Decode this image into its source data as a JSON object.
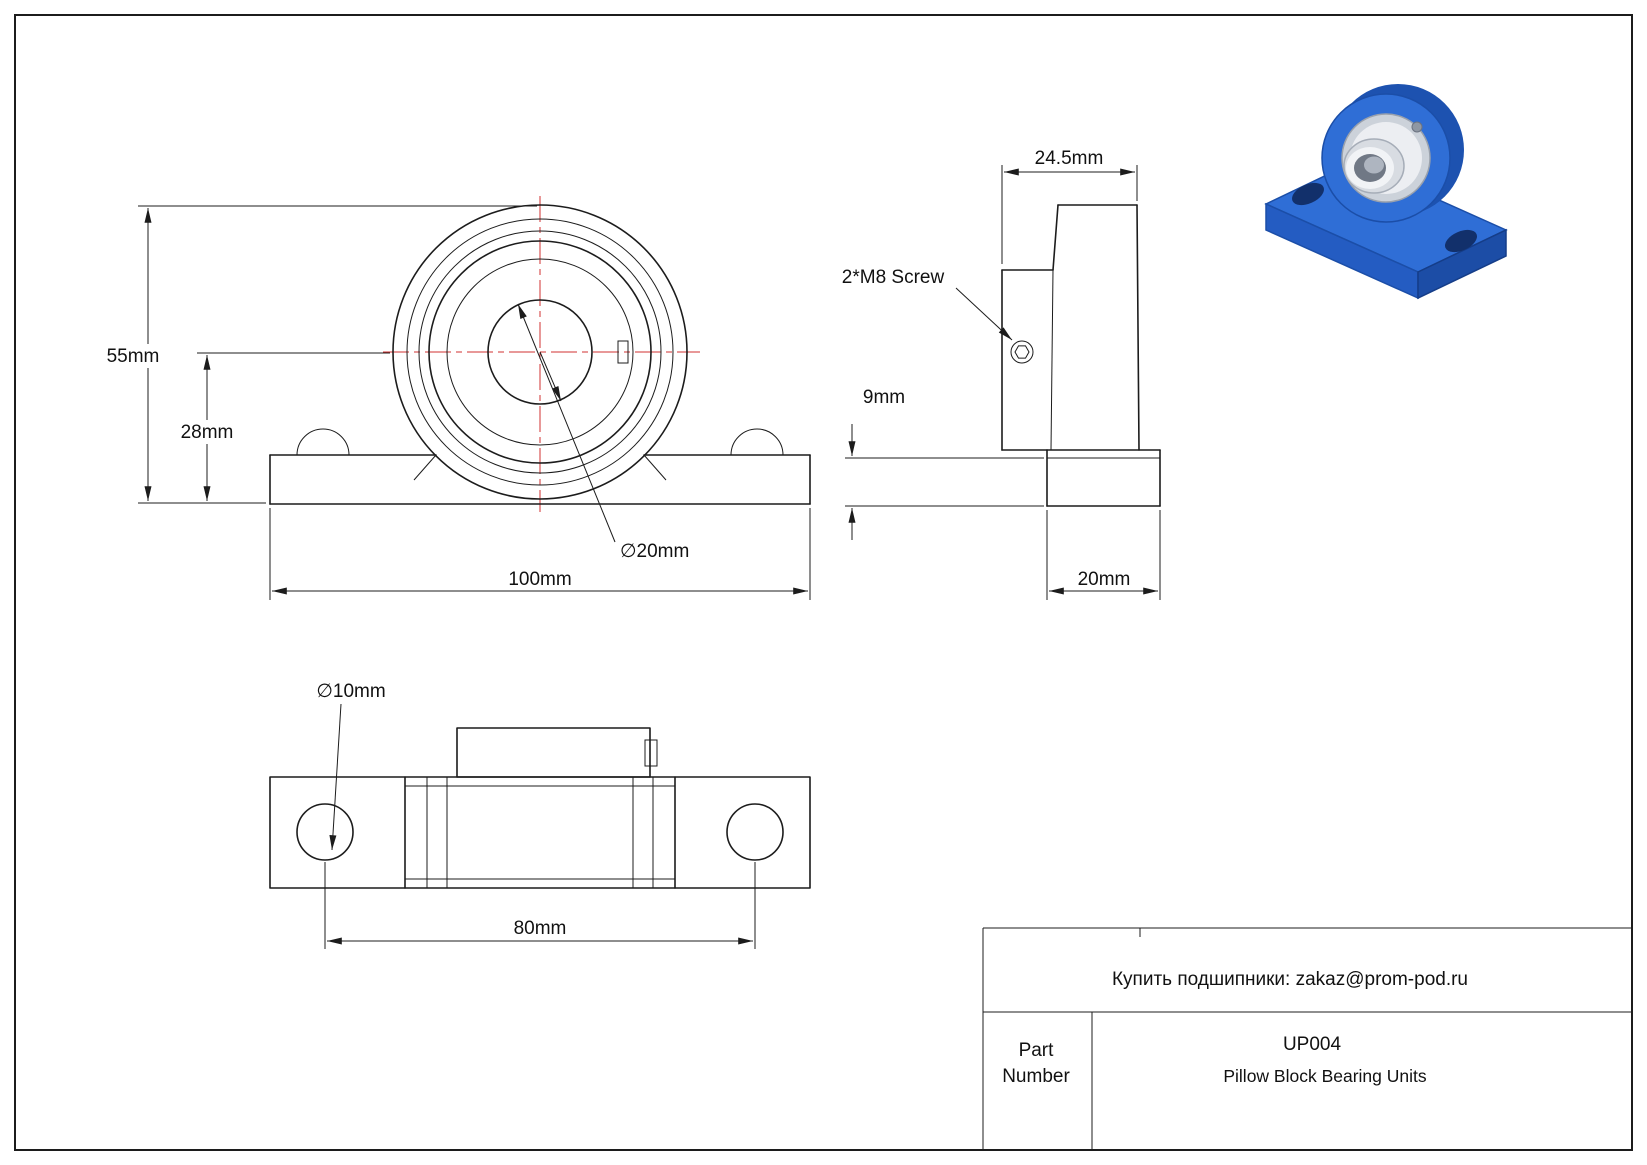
{
  "front_view": {
    "overall_height": "55mm",
    "center_height": "28mm",
    "base_width": "100mm",
    "bore_diameter": "∅20mm"
  },
  "side_view": {
    "overall_depth": "24.5mm",
    "screw_note": "2*M8 Screw",
    "base_thickness": "9mm",
    "base_depth": "20mm"
  },
  "bottom_view": {
    "bolt_hole_diameter": "∅10mm",
    "bolt_hole_spacing": "80mm"
  },
  "title_block": {
    "contact_note": "Купить подшипники: zakaz@prom-pod.ru",
    "part_label_line1": "Part",
    "part_label_line2": "Number",
    "part_number": "UP004",
    "product_name": "Pillow Block Bearing Units"
  },
  "colors": {
    "centerline": "#d03030",
    "line": "#1c1c1c",
    "product_blue": "#2f6ed6",
    "product_blue_dark": "#1c4da6"
  }
}
